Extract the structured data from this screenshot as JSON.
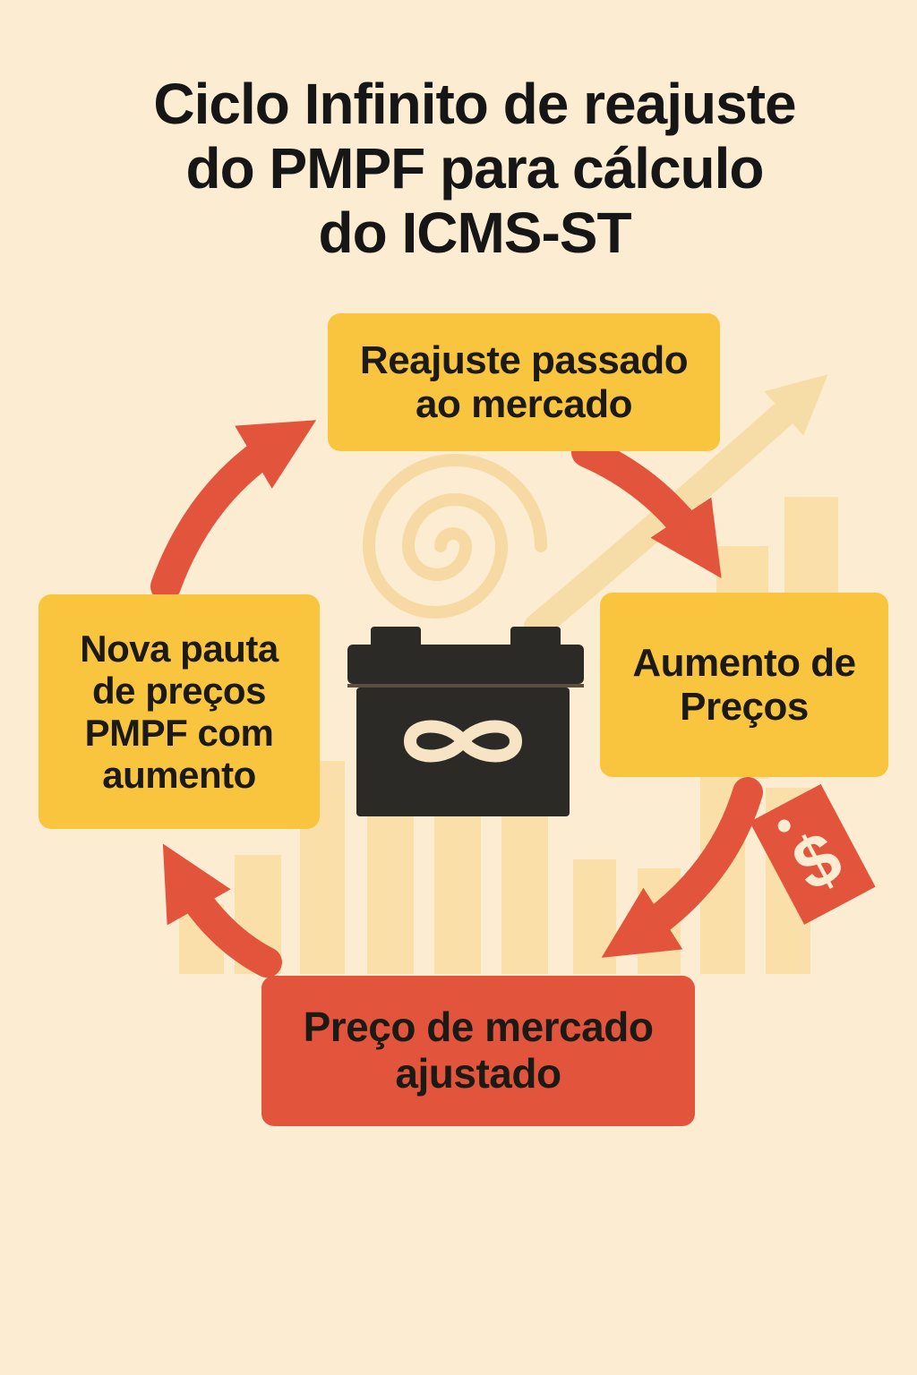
{
  "title": {
    "line1": "Ciclo Infinito de reajuste",
    "line2": "do PMPF para cálculo",
    "line3": "do ICMS-ST"
  },
  "steps": {
    "top": {
      "line1": "Reajuste passado",
      "line2": "ao mercado"
    },
    "right": {
      "line1": "Aumento de",
      "line2": "Preços"
    },
    "bottom": {
      "line1": "Preço de mercado",
      "line2": "ajustado"
    },
    "left": {
      "line1": "Nova pauta",
      "line2": "de preços",
      "line3": "PMPF com",
      "line4": "aumento"
    }
  },
  "icons": {
    "center": "battery-infinity-icon",
    "tag": "price-tag-dollar-icon",
    "tag_symbol": "$",
    "spiral": "spiral-icon",
    "trend": "trend-up-arrow-icon"
  },
  "colors": {
    "background": "#fcecd1",
    "yellow_box": "#f9c53f",
    "red_box": "#e2543b",
    "arrow": "#e2543b",
    "battery": "#2b2a26",
    "faded_bars": "#f9d58a"
  }
}
